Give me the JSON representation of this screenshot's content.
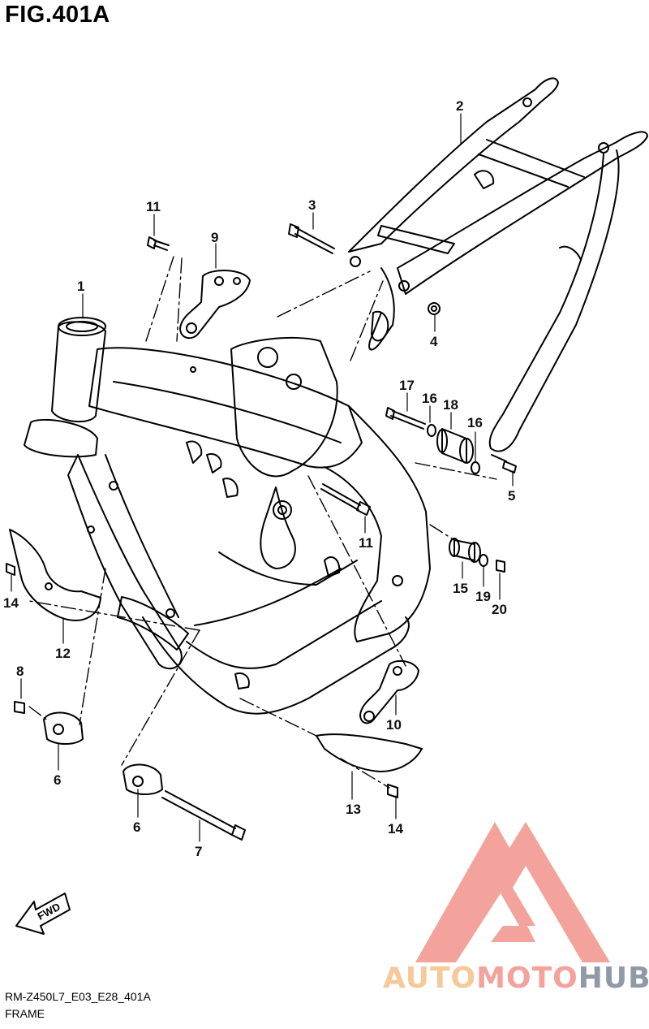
{
  "figure": {
    "title": "FIG.401A"
  },
  "callouts": [
    {
      "label": "1"
    },
    {
      "label": "2"
    },
    {
      "label": "3"
    },
    {
      "label": "4"
    },
    {
      "label": "5"
    },
    {
      "label": "6"
    },
    {
      "label": "6"
    },
    {
      "label": "7"
    },
    {
      "label": "8"
    },
    {
      "label": "9"
    },
    {
      "label": "10"
    },
    {
      "label": "11"
    },
    {
      "label": "11"
    },
    {
      "label": "12"
    },
    {
      "label": "13"
    },
    {
      "label": "14"
    },
    {
      "label": "14"
    },
    {
      "label": "15"
    },
    {
      "label": "16"
    },
    {
      "label": "16"
    },
    {
      "label": "17"
    },
    {
      "label": "18"
    },
    {
      "label": "19"
    },
    {
      "label": "20"
    }
  ],
  "fwd_badge": {
    "text": "FWD"
  },
  "footer": {
    "model_code": "RM-Z450L7_E03_E28_401A",
    "section_name": "FRAME"
  },
  "watermark": {
    "text": "AUTOMOTOHUB",
    "part1": "AUTO",
    "part2": "MOTO",
    "part3": "HUB",
    "colors": {
      "logo": "#f3a29c",
      "auto": "#f6c89a",
      "moto": "#f3a29c",
      "hub": "#8f9aa6"
    }
  }
}
